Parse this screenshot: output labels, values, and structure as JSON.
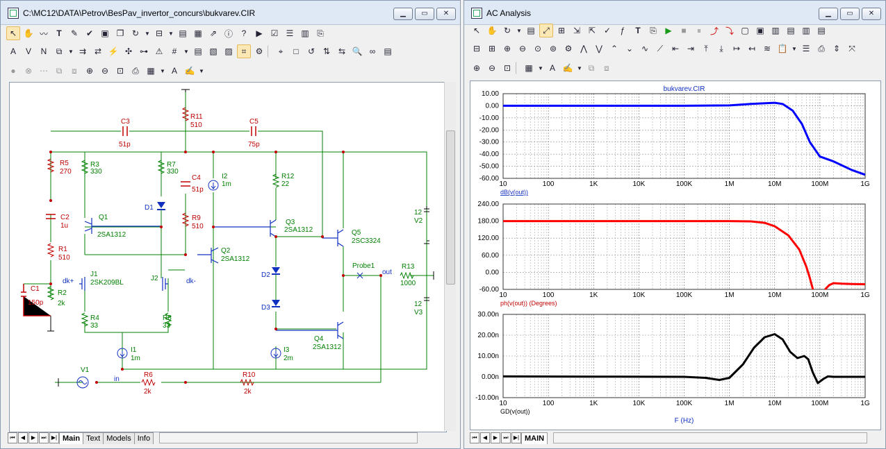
{
  "left_window": {
    "title": "C:\\MC12\\DATA\\Petrov\\BesPav_invertor_concurs\\bukvarev.CIR",
    "tabs": [
      "Main",
      "Text",
      "Models",
      "Info"
    ],
    "active_tab": "Main"
  },
  "schematic": {
    "components": {
      "R11": {
        "name": "R11",
        "value": "510"
      },
      "C3": {
        "name": "C3",
        "value": "51p"
      },
      "C5": {
        "name": "C5",
        "value": "75p"
      },
      "R5": {
        "name": "R5",
        "value": "270"
      },
      "R3": {
        "name": "R3",
        "value": "330"
      },
      "R7": {
        "name": "R7",
        "value": "330"
      },
      "C4": {
        "name": "C4",
        "value": "51p"
      },
      "I2": {
        "name": "I2",
        "value": "1m"
      },
      "R12": {
        "name": "R12",
        "value": "22"
      },
      "D1": {
        "name": "D1"
      },
      "C2": {
        "name": "C2",
        "value": "1u"
      },
      "Q1": {
        "name": "Q1",
        "value": "2SA1312"
      },
      "R9": {
        "name": "R9",
        "value": "510"
      },
      "Q3": {
        "name": "Q3",
        "value": "2SA1312"
      },
      "Q5": {
        "name": "Q5",
        "value": "2SC3324"
      },
      "V2": {
        "name": "V2",
        "value": "12"
      },
      "R1": {
        "name": "R1",
        "value": "510"
      },
      "Q2": {
        "name": "Q2",
        "value": "2SA1312"
      },
      "J1": {
        "name": "J1",
        "value": "2SK209BL"
      },
      "J2": {
        "name": "J2"
      },
      "C1": {
        "name": "C1",
        "value": "150p"
      },
      "R2": {
        "name": "R2",
        "value": "2k"
      },
      "D2": {
        "name": "D2"
      },
      "D3": {
        "name": "D3"
      },
      "Probe1": {
        "name": "Probe1"
      },
      "R13": {
        "name": "R13",
        "value": "1000"
      },
      "V3": {
        "name": "V3",
        "value": "12"
      },
      "R4": {
        "name": "R4",
        "value": "33"
      },
      "R8": {
        "name": "R8",
        "value": "33"
      },
      "Q4": {
        "name": "Q4",
        "value": "2SA1312"
      },
      "I1": {
        "name": "I1",
        "value": "1m"
      },
      "I3": {
        "name": "I3",
        "value": "2m"
      },
      "V1": {
        "name": "V1"
      },
      "R6": {
        "name": "R6",
        "value": "2k"
      },
      "R10": {
        "name": "R10",
        "value": "2k"
      }
    },
    "nodes": {
      "dk_plus": "dk+",
      "dk_minus": "dk-",
      "out": "out",
      "in": "in"
    }
  },
  "right_window": {
    "title": "AC Analysis",
    "tabs": [
      "MAIN"
    ],
    "active_tab": "MAIN"
  },
  "chart_data": [
    {
      "type": "line",
      "title": "bukvarev.CIR",
      "ylabel": "dB(v(out))",
      "xscale": "log",
      "xlim": [
        10,
        1000000000
      ],
      "xticks": [
        "10",
        "100",
        "1K",
        "10K",
        "100K",
        "1M",
        "10M",
        "100M",
        "1G"
      ],
      "ylim": [
        -60,
        10
      ],
      "yticks": [
        "10.00",
        "0.00",
        "-10.00",
        "-20.00",
        "-30.00",
        "-40.00",
        "-50.00",
        "-60.00"
      ],
      "grid": true,
      "color": "#0000ff",
      "series": [
        {
          "x": [
            10,
            1000,
            100000,
            1000000,
            3000000,
            10000000,
            15000000,
            25000000,
            40000000,
            60000000,
            100000000,
            200000000,
            500000000,
            1000000000
          ],
          "values": [
            0,
            0,
            0,
            0.3,
            1.5,
            2.5,
            1.5,
            -4,
            -15,
            -30,
            -42,
            -46,
            -53,
            -57
          ]
        }
      ]
    },
    {
      "type": "line",
      "ylabel": "ph(v(out)) (Degrees)",
      "xscale": "log",
      "xlim": [
        10,
        1000000000
      ],
      "xticks": [
        "10",
        "100",
        "1K",
        "10K",
        "100K",
        "1M",
        "10M",
        "100M",
        "1G"
      ],
      "ylim": [
        -60,
        240
      ],
      "yticks": [
        "240.00",
        "180.00",
        "120.00",
        "60.00",
        "0.00",
        "-60.00"
      ],
      "grid": true,
      "color": "#ff0000",
      "series": [
        {
          "x": [
            10,
            100000,
            1000000,
            3000000,
            6000000,
            10000000,
            20000000,
            35000000,
            50000000,
            60000000,
            70000000
          ],
          "values": [
            180,
            180,
            180,
            179,
            174,
            162,
            130,
            80,
            20,
            -20,
            -60
          ]
        },
        {
          "x": [
            130000000,
            160000000,
            200000000,
            300000000,
            500000000,
            1000000000
          ],
          "values": [
            -60,
            -45,
            -38,
            -40,
            -41,
            -42
          ]
        }
      ]
    },
    {
      "type": "line",
      "ylabel": "GD(v(out))",
      "xlabel": "F (Hz)",
      "xscale": "log",
      "xlim": [
        10,
        1000000000
      ],
      "xticks": [
        "10",
        "100",
        "1K",
        "10K",
        "100K",
        "1M",
        "10M",
        "100M",
        "1G"
      ],
      "ylim": [
        -10,
        30
      ],
      "yticks": [
        "30.00n",
        "20.00n",
        "10.00n",
        "0.00n",
        "-10.00n"
      ],
      "grid": true,
      "color": "#000000",
      "series": [
        {
          "x": [
            10,
            1000,
            100000,
            300000,
            600000,
            1000000,
            2000000,
            3500000,
            6000000,
            10000000,
            15000000,
            22000000,
            32000000,
            45000000,
            55000000,
            70000000,
            90000000,
            120000000,
            150000000,
            200000000,
            1000000000
          ],
          "values": [
            0.2,
            0.1,
            0,
            -0.5,
            -1.5,
            -0.5,
            6,
            14,
            19,
            20.5,
            18,
            12,
            9,
            10,
            8.5,
            2,
            -3,
            -1,
            0.2,
            0,
            0
          ]
        }
      ]
    }
  ]
}
